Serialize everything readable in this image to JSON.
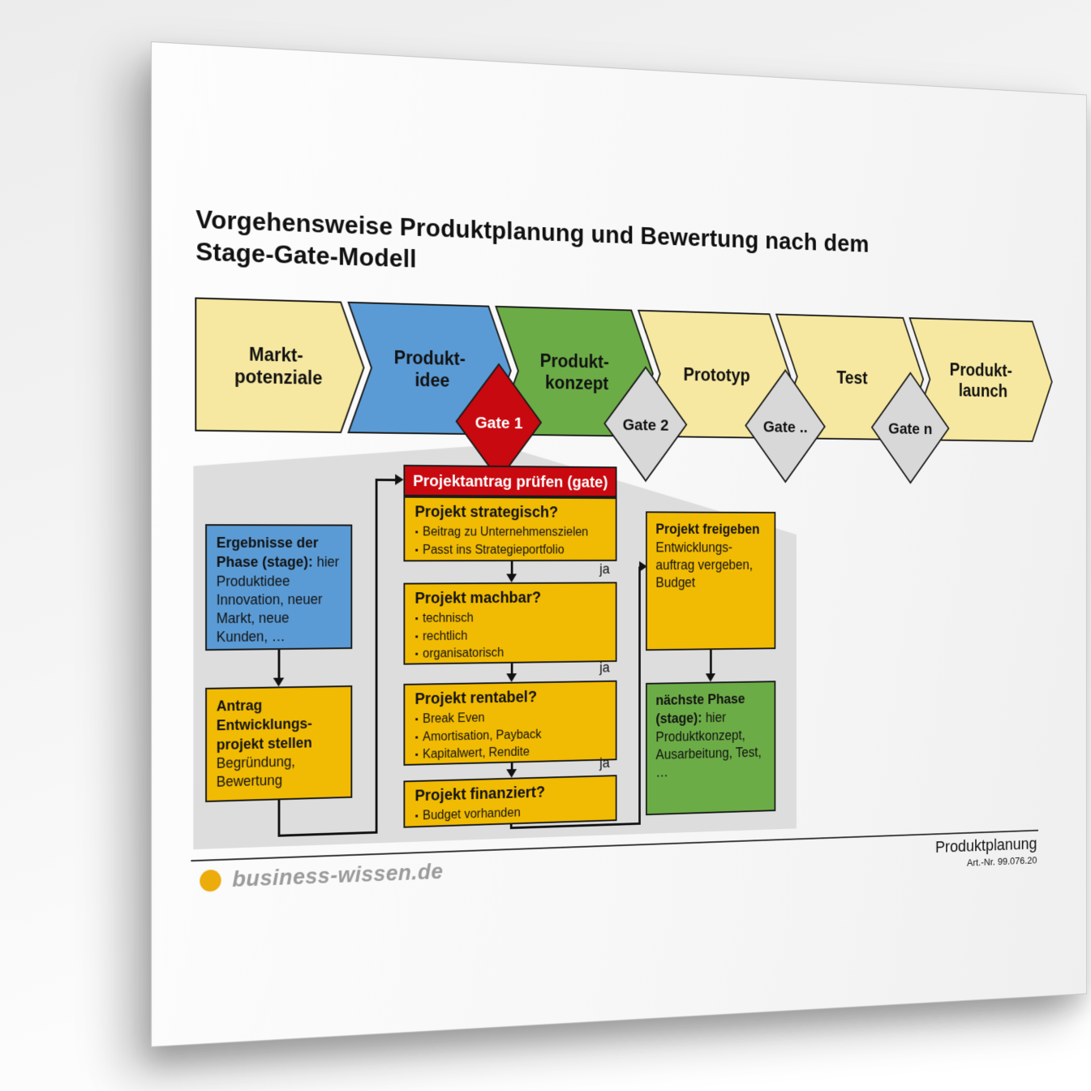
{
  "page": {
    "title_line1": "Vorgehensweise Produktplanung und Bewertung nach dem",
    "title_line2": "Stage-Gate-Modell"
  },
  "stages": [
    {
      "lines": [
        "Markt-",
        "potenziale"
      ],
      "color": "#F6E8A0"
    },
    {
      "lines": [
        "Produkt-",
        "idee"
      ],
      "color": "#5B9BD5"
    },
    {
      "lines": [
        "Produkt-",
        "konzept"
      ],
      "color": "#6CAC47"
    },
    {
      "lines": [
        "Prototyp"
      ],
      "color": "#F6E8A0"
    },
    {
      "lines": [
        "Test"
      ],
      "color": "#F6E8A0"
    },
    {
      "lines": [
        "Produkt-",
        "launch"
      ],
      "color": "#F6E8A0"
    }
  ],
  "gates": [
    {
      "label": "Gate 1",
      "color": "#C8090F",
      "text_color": "#ffffff"
    },
    {
      "label": "Gate 2",
      "color": "#D8D8D8",
      "text_color": "#111111"
    },
    {
      "label": "Gate ..",
      "color": "#D8D8D8",
      "text_color": "#111111"
    },
    {
      "label": "Gate n",
      "color": "#D8D8D8",
      "text_color": "#111111"
    }
  ],
  "flow": {
    "bullet_icon": "▪",
    "yes_label": "ja",
    "question_color": "#F1BB03",
    "stage_result": {
      "title": "Ergebnisse der Phase (stage):",
      "body": "hier Produktidee Innovation, neuer Markt, neue Kunden, …",
      "color": "#5B9BD5"
    },
    "antrag": {
      "title": "Antrag Entwicklungs-projekt stellen",
      "body": "Begründung, Bewertung",
      "color": "#F1BB03"
    },
    "gate_header": {
      "label": "Projektantrag prüfen (gate)",
      "color": "#C8090F"
    },
    "questions": [
      {
        "title": "Projekt strategisch?",
        "bullets": [
          "Beitrag zu Unternehmenszielen",
          "Passt ins Strategieportfolio"
        ]
      },
      {
        "title": "Projekt machbar?",
        "bullets": [
          "technisch",
          "rechtlich",
          "organisatorisch"
        ]
      },
      {
        "title": "Projekt rentabel?",
        "bullets": [
          "Break Even",
          "Amortisation, Payback",
          "Kapitalwert, Rendite"
        ]
      },
      {
        "title": "Projekt finanziert?",
        "bullets": [
          "Budget vorhanden"
        ]
      }
    ],
    "release": {
      "title": "Projekt freigeben",
      "body": "Entwicklungs-auftrag vergeben, Budget",
      "color": "#F1BB03"
    },
    "next_phase": {
      "title": "nächste Phase (stage):",
      "body": "hier Produktkonzept, Ausarbeitung, Test, …",
      "color": "#6CAC47"
    }
  },
  "footer": {
    "doc_title": "Produktplanung",
    "art_nr": "Art.-Nr. 99.076.20",
    "brand": "business-wissen.de",
    "brand_dot_color": "#EBAC0C"
  }
}
